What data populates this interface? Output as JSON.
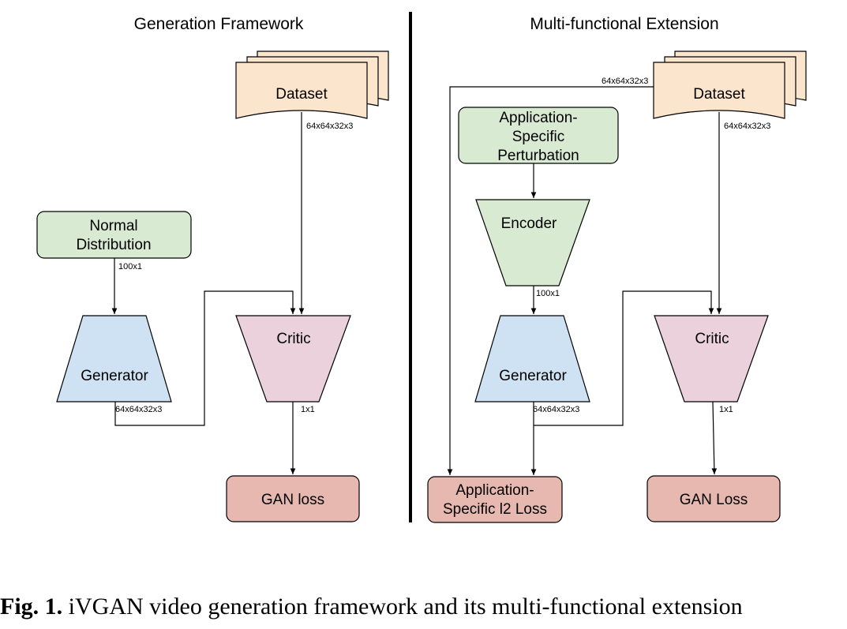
{
  "panels": {
    "left_title": "Generation Framework",
    "right_title": "Multi-functional Extension"
  },
  "left": {
    "dataset": "Dataset",
    "dataset_dim": "64x64x32x3",
    "normal_line1": "Normal",
    "normal_line2": "Distribution",
    "noise_dim": "100x1",
    "generator": "Generator",
    "generator_dim": "64x64x32x3",
    "critic": "Critic",
    "critic_dim": "1x1",
    "gan_loss": "GAN loss"
  },
  "right": {
    "dataset": "Dataset",
    "dataset_dim_top": "64x64x32x3",
    "dataset_dim": "64x64x32x3",
    "perturb_line1": "Application-",
    "perturb_line2": "Specific",
    "perturb_line3": "Perturbation",
    "encoder": "Encoder",
    "encoder_dim": "100x1",
    "generator": "Generator",
    "generator_dim": "64x64x32x3",
    "critic": "Critic",
    "critic_dim": "1x1",
    "l2_line1": "Application-",
    "l2_line2": "Specific l2 Loss",
    "gan_loss": "GAN Loss"
  },
  "caption": {
    "fig": "Fig. 1.",
    "text": " iVGAN video generation framework and its multi-functional extension"
  },
  "colors": {
    "dataset_fill": "#fce5cd",
    "green_fill": "#d9ead3",
    "blue_fill": "#cfe2f3",
    "pink_fill": "#ead1dc",
    "loss_fill": "#e6b8af"
  }
}
